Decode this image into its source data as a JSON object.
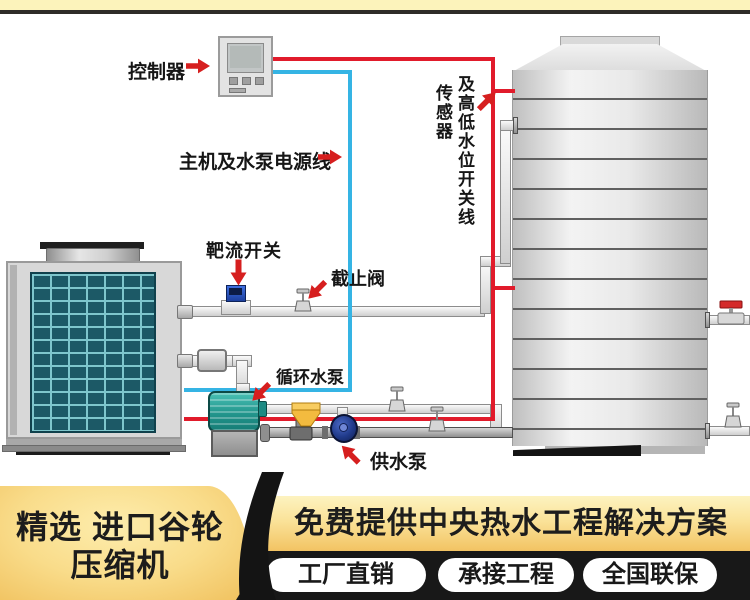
{
  "diagram": {
    "labels": {
      "controller": "控制器",
      "power_line": "主机及水泵电源线",
      "flow_switch": "靶流开关",
      "stop_valve": "截止阀",
      "circulation_pump": "循环水泵",
      "supply_pump": "供水泵",
      "sensor": "传感器",
      "level_switch_line": "及高低水位开关线"
    },
    "colors": {
      "hot_wire": "#e11b2b",
      "cold_wire": "#35b4e4",
      "annotation_arrow": "#d61f1f",
      "coil_panel": "#1c5966",
      "circulation_pump": "#23968d",
      "supply_pump": "#203a8a",
      "filter": "#f3bb3f"
    }
  },
  "banner": {
    "left_line1": "精选 进口谷轮",
    "left_line2": "压缩机",
    "headline": "免费提供中央热水工程解决方案",
    "pills": [
      {
        "label": "工厂直销"
      },
      {
        "label": "承接工程"
      },
      {
        "label": "全国联保"
      }
    ]
  }
}
